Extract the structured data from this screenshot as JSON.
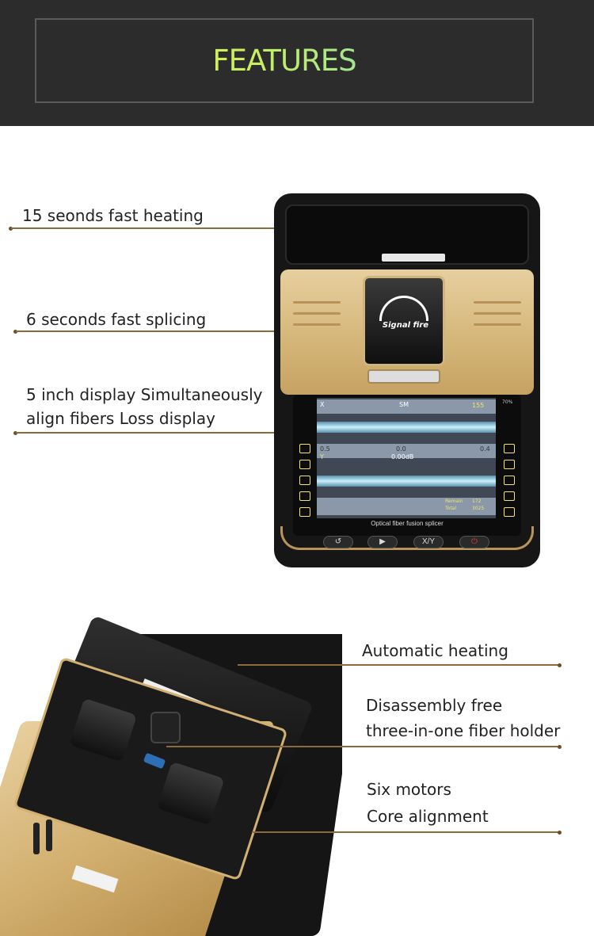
{
  "header": {
    "title": "FEATURES",
    "title_gradient": [
      "#f7f23a",
      "#c7ef63",
      "#5fd7e8"
    ]
  },
  "features_top": [
    {
      "text": "15 seonds fast heating"
    },
    {
      "text": "6 seconds fast splicing"
    },
    {
      "line1": "5 inch display Simultaneously",
      "line2": "align fibers Loss display"
    }
  ],
  "features_bottom": [
    {
      "text": "Automatic heating"
    },
    {
      "line1": "Disassembly free",
      "line2": "three-in-one fiber holder"
    },
    {
      "line1": "Six motors",
      "line2": "Core alignment"
    }
  ],
  "device": {
    "logo_text": "Signal fire",
    "screen": {
      "top_left": "X",
      "mode": "SM",
      "counter": "155",
      "left_value": "0.5",
      "center_value": "0.0",
      "right_value": "0.4",
      "axis_label": "Y",
      "loss": "0.00dB",
      "remain_label": "Remain",
      "remain_value": "172",
      "total_label": "Total",
      "total_value": "3025",
      "battery": "70%",
      "caption": "Optical fiber fusion splicer"
    },
    "buttons": [
      "↺",
      "▶",
      "X/Y",
      "⏻"
    ]
  },
  "colors": {
    "leader_line": "#8b6a3b",
    "gold": "#d7b97d",
    "header_bg": "#2c2c2c"
  }
}
